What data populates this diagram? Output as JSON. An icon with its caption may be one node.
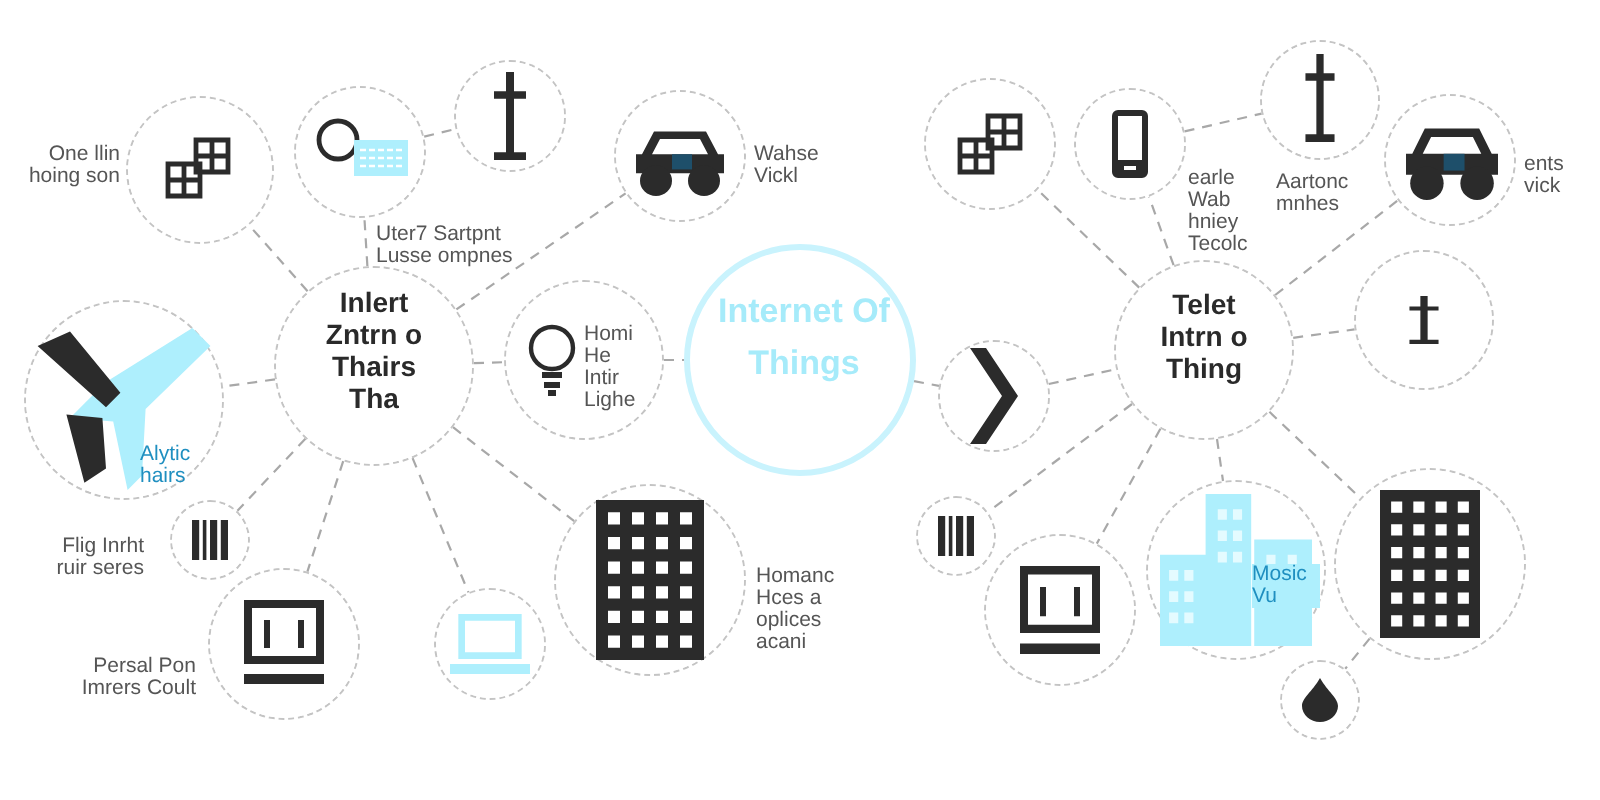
{
  "diagram": {
    "nodes": [
      {
        "text": [
          "Inlert Zntrn o Thairs Tha"
        ]
      },
      {
        "text": [
          "Internet Of Things"
        ]
      },
      {
        "text": [
          "Telet Intrn o Thing"
        ]
      },
      {
        "text": [
          "One llin hoing son"
        ]
      },
      {
        "text": [
          "Uter7 Sartpnt Lusse ompnes"
        ]
      },
      {
        "text": [],
        "shape": "circle"
      },
      {
        "text": [
          "Wahse Vickl"
        ]
      },
      {
        "text": [
          "Alytic hairs"
        ]
      },
      {
        "text": [
          "Homi He Intir Lighe"
        ]
      },
      {
        "text": [
          "Flig Inrht ruir seres"
        ]
      },
      {
        "text": [
          "Persal Pon Imrers Coult"
        ]
      },
      {
        "text": [],
        "shape": "circle"
      },
      {
        "text": [
          "Homanc Hces a oplices acani"
        ]
      },
      {
        "text": [],
        "shape": "circle"
      },
      {
        "text": [
          "earle Wab hniey Tecolc"
        ]
      },
      {
        "text": [
          "Aartonc mnhes"
        ]
      },
      {
        "text": [
          "ents vick"
        ]
      },
      {
        "text": [],
        "shape": "circle"
      },
      {
        "text": [],
        "shape": "circle"
      },
      {
        "text": [],
        "shape": "circle"
      },
      {
        "text": [],
        "shape": "circle"
      },
      {
        "text": [
          "Mosic Vu"
        ]
      },
      {
        "text": [],
        "shape": "circle"
      },
      {
        "text": [],
        "shape": "circle"
      }
    ],
    "edges": [
      {
        "from": 0,
        "to": 3,
        "arrow": "none",
        "style": "dashed"
      },
      {
        "from": 0,
        "to": 4,
        "arrow": "none",
        "style": "dashed"
      },
      {
        "from": 4,
        "to": 5,
        "arrow": "none",
        "style": "dashed"
      },
      {
        "from": 0,
        "to": 6,
        "arrow": "none",
        "style": "dashed"
      },
      {
        "from": 0,
        "to": 7,
        "arrow": "none",
        "style": "dashed"
      },
      {
        "from": 0,
        "to": 8,
        "arrow": "none",
        "style": "dashed"
      },
      {
        "from": 8,
        "to": 1,
        "arrow": "none",
        "style": "dashed"
      },
      {
        "from": 0,
        "to": 9,
        "arrow": "none",
        "style": "dashed"
      },
      {
        "from": 0,
        "to": 10,
        "arrow": "none",
        "style": "dashed"
      },
      {
        "from": 0,
        "to": 11,
        "arrow": "none",
        "style": "dashed"
      },
      {
        "from": 0,
        "to": 12,
        "arrow": "none",
        "style": "dashed"
      },
      {
        "from": 2,
        "to": 13,
        "arrow": "none",
        "style": "dashed"
      },
      {
        "from": 2,
        "to": 14,
        "arrow": "none",
        "style": "dashed"
      },
      {
        "from": 14,
        "to": 15,
        "arrow": "none",
        "style": "dashed"
      },
      {
        "from": 2,
        "to": 16,
        "arrow": "none",
        "style": "dashed"
      },
      {
        "from": 1,
        "to": 17,
        "arrow": "none",
        "style": "dashed"
      },
      {
        "from": 17,
        "to": 2,
        "arrow": "none",
        "style": "dashed"
      },
      {
        "from": 2,
        "to": 18,
        "arrow": "none",
        "style": "dashed"
      },
      {
        "from": 2,
        "to": 19,
        "arrow": "none",
        "style": "dashed"
      },
      {
        "from": 2,
        "to": 20,
        "arrow": "none",
        "style": "dashed"
      },
      {
        "from": 2,
        "to": 21,
        "arrow": "none",
        "style": "dashed"
      },
      {
        "from": 2,
        "to": 22,
        "arrow": "none",
        "style": "dashed"
      },
      {
        "from": 22,
        "to": 23,
        "arrow": "none",
        "style": "dashed"
      }
    ]
  }
}
